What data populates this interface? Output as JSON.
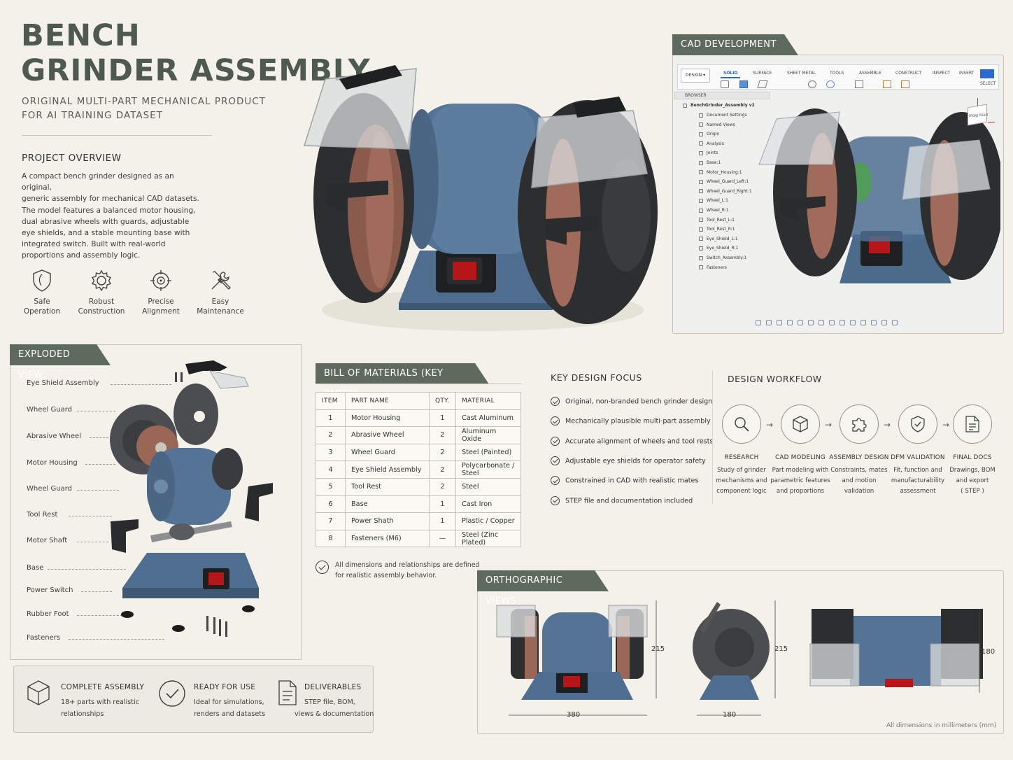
{
  "header": {
    "title_line1": "BENCH",
    "title_line2": "GRINDER ASSEMBLY",
    "subtitle_line1": "ORIGINAL MULTI-PART MECHANICAL PRODUCT",
    "subtitle_line2": "FOR AI TRAINING DATASET"
  },
  "overview": {
    "heading": "PROJECT OVERVIEW",
    "lines": [
      "A compact bench grinder designed as an original,",
      "generic assembly for mechanical CAD datasets.",
      "The model features a balanced motor housing,",
      "dual abrasive wheels with guards, adjustable",
      "eye shields, and a stable mounting base with",
      "integrated switch. Built with real-world",
      "proportions and assembly logic."
    ]
  },
  "features": [
    {
      "icon": "shield-icon",
      "line1": "Safe",
      "line2": "Operation"
    },
    {
      "icon": "gear-icon",
      "line1": "Robust",
      "line2": "Construction"
    },
    {
      "icon": "target-icon",
      "line1": "Precise",
      "line2": "Alignment"
    },
    {
      "icon": "tools-icon",
      "line1": "Easy",
      "line2": "Maintenance"
    }
  ],
  "cad": {
    "tab": "CAD DEVELOPMENT",
    "design_menu": "DESIGN ▾",
    "toolbar_tabs": [
      "SOLID",
      "SURFACE",
      "SHEET METAL",
      "TOOLS",
      "ASSEMBLE",
      "CONSTRUCT",
      "INSPECT",
      "INSERT"
    ],
    "select_label": "SELECT",
    "browser_label": "BROWSER",
    "root": "BenchGrinder_Assembly v2",
    "tree": [
      "Document Settings",
      "Named Views",
      "Origin",
      "Analysis",
      "Joints",
      "Base:1",
      "Motor_Housing:1",
      "Wheel_Guard_Left:1",
      "Wheel_Guard_Right:1",
      "Wheel_L:1",
      "Wheel_R:1",
      "Tool_Rest_L:1",
      "Tool_Rest_R:1",
      "Eye_Shield_L:1",
      "Eye_Shield_R:1",
      "Switch_Assembly:1",
      "Fasteners"
    ],
    "viewcube_front": "FRONT",
    "viewcube_right": "RIGHT"
  },
  "exploded": {
    "tab": "EXPLODED VIEW",
    "labels": [
      "Eye Shield Assembly",
      "Wheel Guard",
      "Abrasive Wheel",
      "Motor Housing",
      "Wheel Guard",
      "Tool Rest",
      "Motor Shaft",
      "Base",
      "Power Switch",
      "Rubber Foot",
      "Fasteners"
    ]
  },
  "bom": {
    "tab": "BILL OF MATERIALS (KEY PARTS)",
    "headers": [
      "ITEM",
      "PART NAME",
      "QTY.",
      "MATERIAL"
    ],
    "rows": [
      [
        "1",
        "Motor Housing",
        "1",
        "Cast Aluminum"
      ],
      [
        "2",
        "Abrasive Wheel",
        "2",
        "Aluminum Oxide"
      ],
      [
        "3",
        "Wheel Guard",
        "2",
        "Steel (Painted)"
      ],
      [
        "4",
        "Eye Shield Assembly",
        "2",
        "Polycarbonate / Steel"
      ],
      [
        "5",
        "Tool Rest",
        "2",
        "Steel"
      ],
      [
        "6",
        "Base",
        "1",
        "Cast Iron"
      ],
      [
        "7",
        "Power Shath",
        "1",
        "Plastic / Copper"
      ],
      [
        "8",
        "Fasteners (M6)",
        "—",
        "Steel (Zinc Plated)"
      ]
    ],
    "note_line1": "All dimensions and relationships are defined",
    "note_line2": "for realistic assembly behavior."
  },
  "key_design": {
    "heading": "KEY DESIGN FOCUS",
    "items": [
      "Original, non-branded bench grinder design",
      "Mechanically plausible multi-part assembly",
      "Accurate alignment of wheels and tool rests",
      "Adjustable eye shields for operator safety",
      "Constrained in CAD with realistic mates",
      "STEP file and documentation included"
    ]
  },
  "workflow": {
    "heading": "DESIGN WORKFLOW",
    "steps": [
      {
        "icon": "search-icon",
        "title": "RESEARCH",
        "lines": [
          "Study of grinder",
          "mechanisms and",
          "component logic"
        ]
      },
      {
        "icon": "cube-icon",
        "title": "CAD MODELING",
        "lines": [
          "Part modeling with",
          "parametric features",
          "and proportions"
        ]
      },
      {
        "icon": "puzzle-icon",
        "title": "ASSEMBLY DESIGN",
        "lines": [
          "Constraints, mates",
          "and motion",
          "validation"
        ]
      },
      {
        "icon": "shield-check-icon",
        "title": "DFM VALIDATION",
        "lines": [
          "Fit, function and",
          "manufacturability",
          "assessment"
        ]
      },
      {
        "icon": "document-icon",
        "title": "FINAL DOCS",
        "lines": [
          "Drawings, BOM",
          "and export",
          "( STEP )"
        ]
      }
    ]
  },
  "ortho": {
    "tab": "ORTHOGRAPHIC VIEWS",
    "front_width": "380",
    "front_height": "215",
    "side_width": "180",
    "side_height": "215",
    "top_height": "180",
    "note": "All dimensions in millimeters (mm)"
  },
  "info": [
    {
      "icon": "box-icon",
      "title": "COMPLETE ASSEMBLY",
      "line1": "18+ parts with realistic",
      "line2": "relationships"
    },
    {
      "icon": "check-circle-icon",
      "title": "READY FOR USE",
      "line1": "Ideal for simulations,",
      "line2": "renders and datasets"
    },
    {
      "icon": "document-icon",
      "title": "DELIVERABLES",
      "line1": "STEP file, BOM,",
      "line2": "views & documentation"
    }
  ],
  "colors": {
    "accent_tab": "#5f6a5f",
    "motor_blue": "#4f6d8e",
    "switch_red": "#c0161a",
    "background": "#f3f1ea"
  }
}
